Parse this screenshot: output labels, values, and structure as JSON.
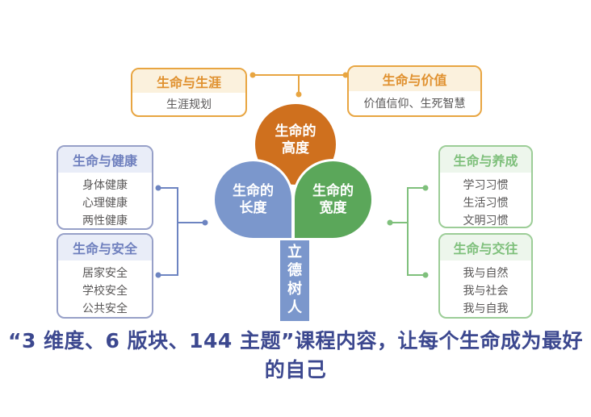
{
  "colors": {
    "petal_orange": "#CF701E",
    "petal_blue": "#7B97CC",
    "petal_green": "#5BA75A",
    "orange_border": "#E8A541",
    "orange_header_bg": "#FBF1DD",
    "orange_title_text": "#E0912F",
    "blue_border": "#97A0C8",
    "blue_header_bg": "#E9EDF8",
    "blue_title_text": "#6F80BE",
    "blue_connector": "#6D84C1",
    "green_border": "#9CCD97",
    "green_header_bg": "#EDF6EC",
    "green_title_text": "#7FC07C",
    "body_text": "#595757",
    "caption_text": "#3C488F"
  },
  "top_boxes": [
    {
      "title": "生命与生涯",
      "content": "生涯规划"
    },
    {
      "title": "生命与价值",
      "content": "价值信仰、生死智慧"
    }
  ],
  "left_boxes": [
    {
      "title": "生命与健康",
      "items": [
        "身体健康",
        "心理健康",
        "两性健康"
      ]
    },
    {
      "title": "生命与安全",
      "items": [
        "居家安全",
        "学校安全",
        "公共安全"
      ]
    }
  ],
  "right_boxes": [
    {
      "title": "生命与养成",
      "items": [
        "学习习惯",
        "生活习惯",
        "文明习惯"
      ]
    },
    {
      "title": "生命与交往",
      "items": [
        "我与自然",
        "我与社会",
        "我与自我"
      ]
    }
  ],
  "petals": {
    "top": {
      "line1": "生命的",
      "line2": "高度"
    },
    "left": {
      "line1": "生命的",
      "line2": "长度"
    },
    "right": {
      "line1": "生命的",
      "line2": "宽度"
    }
  },
  "stem": {
    "char1": "立",
    "char2": "德",
    "char3": "树",
    "char4": "人"
  },
  "caption": "“3 维度、6 版块、144 主题”课程内容，让每个生命成为最好的自己"
}
